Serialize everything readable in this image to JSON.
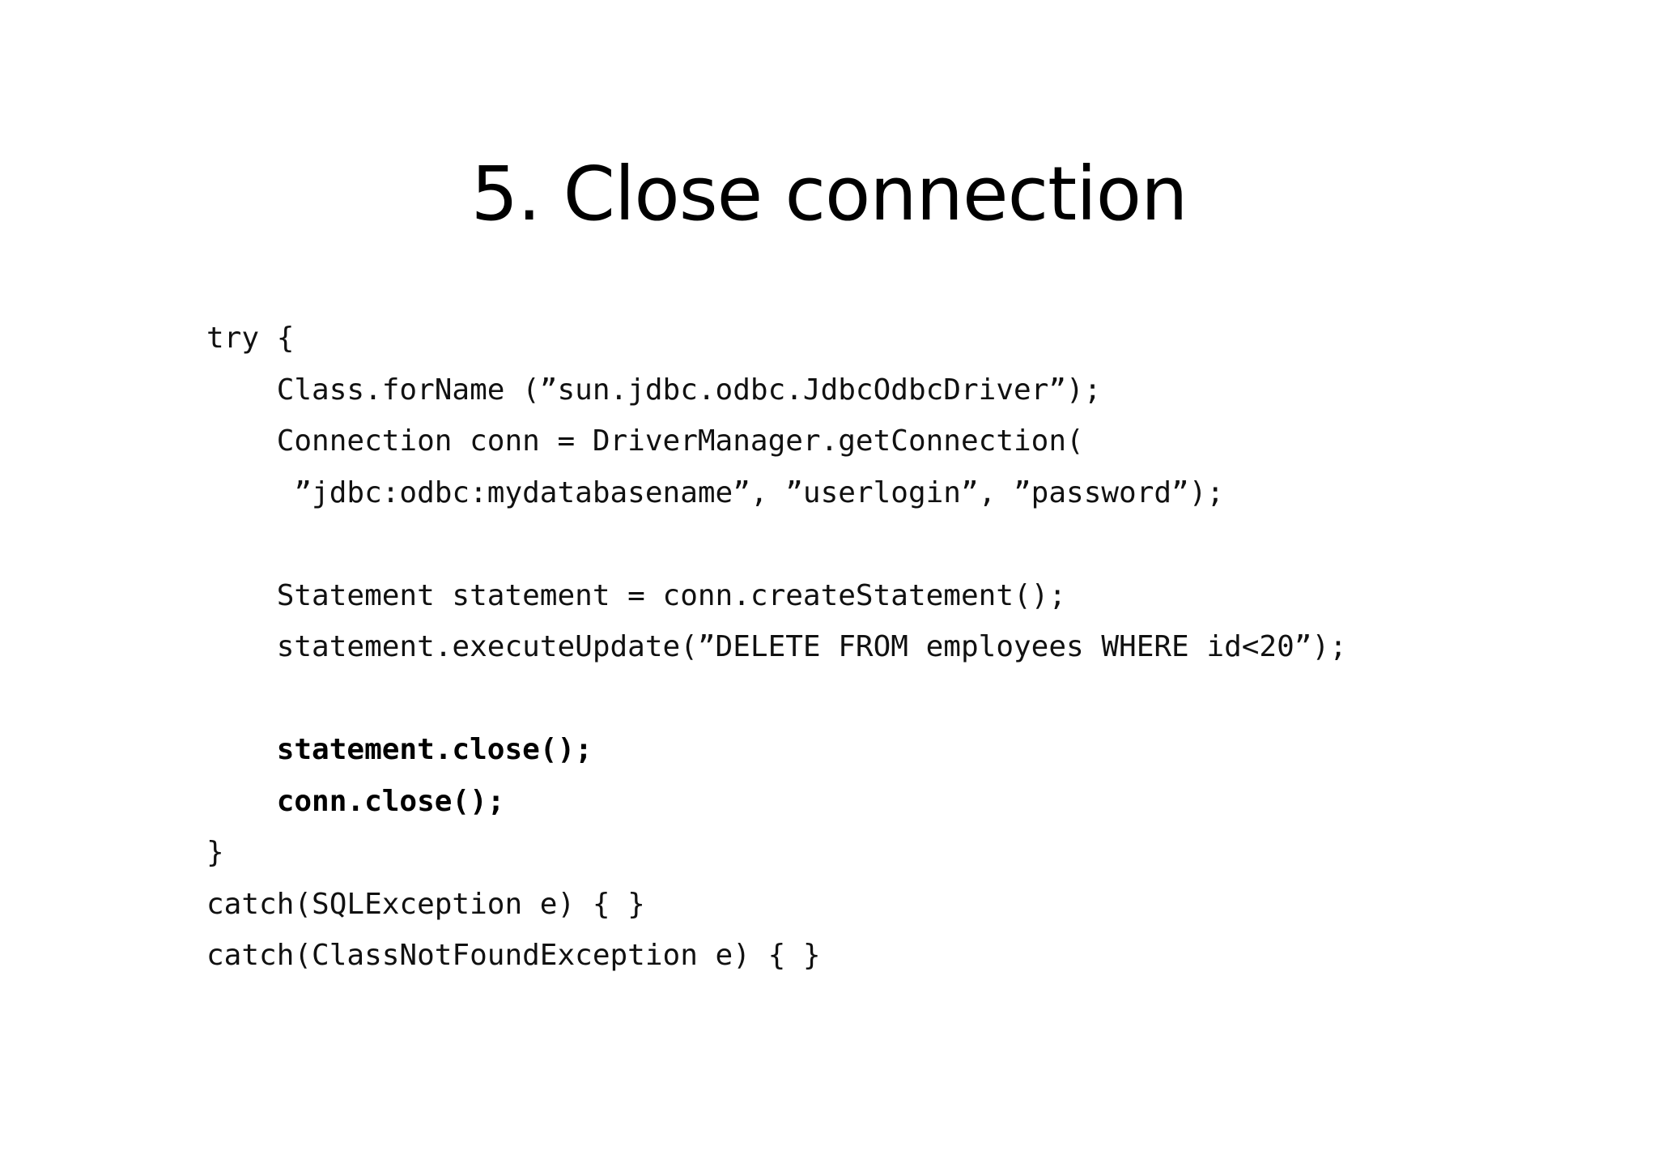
{
  "slide": {
    "title": "5. Close connection",
    "code_lines": [
      {
        "text": "try {",
        "bold": false
      },
      {
        "text": "    Class.forName (”sun.jdbc.odbc.JdbcOdbcDriver”);",
        "bold": false
      },
      {
        "text": "    Connection conn = DriverManager.getConnection(",
        "bold": false
      },
      {
        "text": "     ”jdbc:odbc:mydatabasename”, ”userlogin”, ”password”);",
        "bold": false
      },
      {
        "text": "",
        "bold": false
      },
      {
        "text": "    Statement statement = conn.createStatement();",
        "bold": false
      },
      {
        "text": "    statement.executeUpdate(”DELETE FROM employees WHERE id<20”);",
        "bold": false
      },
      {
        "text": "",
        "bold": false
      },
      {
        "text": "    statement.close();",
        "bold": true
      },
      {
        "text": "    conn.close();",
        "bold": true
      },
      {
        "text": "}",
        "bold": false
      },
      {
        "text": "catch(SQLException e) { }",
        "bold": false
      },
      {
        "text": "catch(ClassNotFoundException e) { }",
        "bold": false
      }
    ]
  }
}
